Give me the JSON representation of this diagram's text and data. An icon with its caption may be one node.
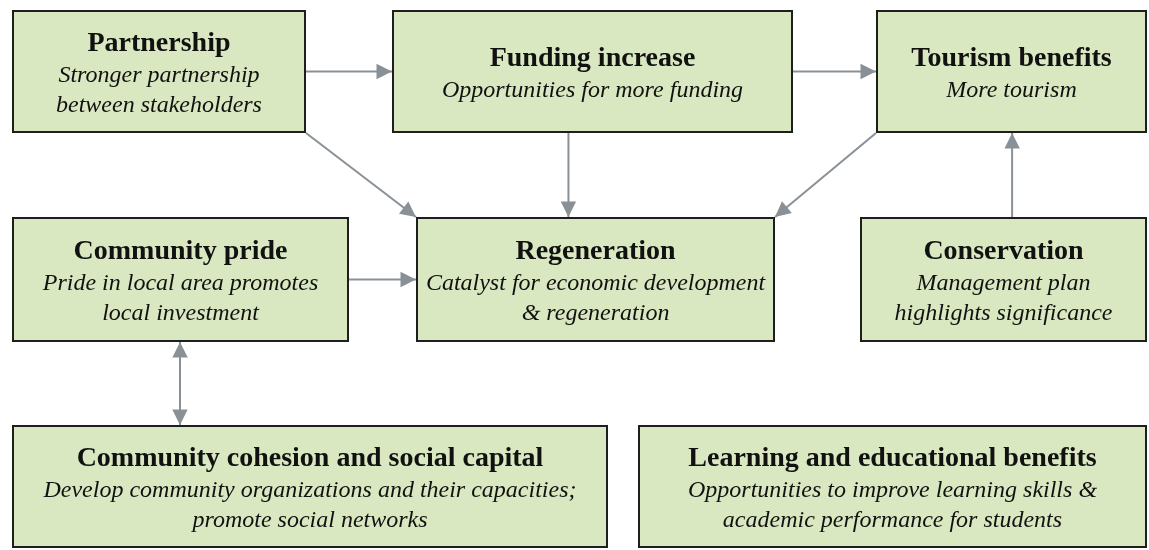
{
  "diagram": {
    "nodes": [
      {
        "text": [
          "Partnership",
          "Stronger partnership between stakeholders"
        ]
      },
      {
        "text": [
          "Funding increase",
          "Opportunities for more funding"
        ]
      },
      {
        "text": [
          "Tourism benefits",
          "More tourism"
        ]
      },
      {
        "text": [
          "Community pride",
          "Pride in local area promotes local investment"
        ]
      },
      {
        "text": [
          "Regeneration",
          "Catalyst for economic development & regeneration"
        ]
      },
      {
        "text": [
          "Conservation",
          "Management plan highlights significance"
        ]
      },
      {
        "text": [
          "Community cohesion and social capital",
          "Develop community organizations and their capacities; promote social networks"
        ]
      },
      {
        "text": [
          "Learning and educational benefits",
          "Opportunities to improve learning skills & academic performance for students"
        ]
      }
    ],
    "edges": [
      {
        "from": 0,
        "to": 1,
        "arrow": "to"
      },
      {
        "from": 1,
        "to": 2,
        "arrow": "to"
      },
      {
        "from": 0,
        "to": 4,
        "arrow": "to"
      },
      {
        "from": 1,
        "to": 4,
        "arrow": "to"
      },
      {
        "from": 2,
        "to": 4,
        "arrow": "to"
      },
      {
        "from": 3,
        "to": 4,
        "arrow": "to"
      },
      {
        "from": 5,
        "to": 2,
        "arrow": "to"
      },
      {
        "from": 3,
        "to": 6,
        "arrow": "both"
      }
    ]
  }
}
